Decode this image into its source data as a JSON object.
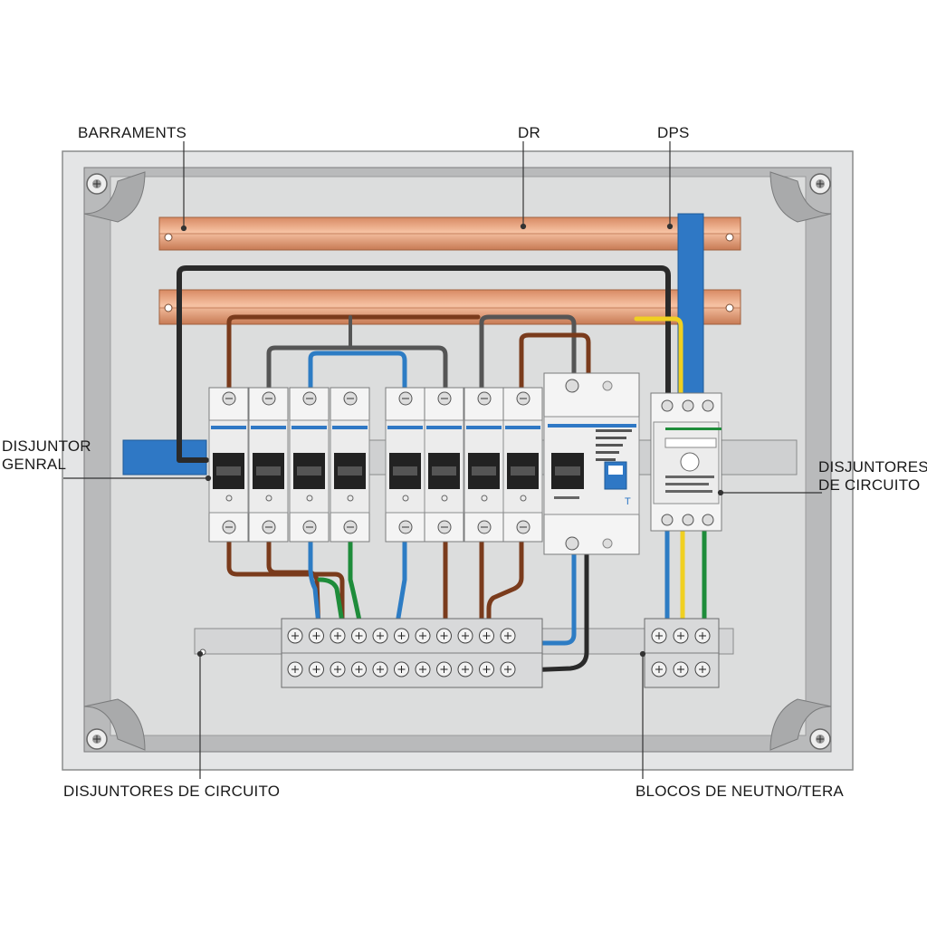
{
  "labels": {
    "busbars": "BARRAMENTS",
    "rcd": "DR",
    "spd": "DPS",
    "main_breaker_line1": "DISJUNTOR",
    "main_breaker_line2": "GENRAL",
    "circuit_breakers_right_line1": "DISJUNTORES",
    "circuit_breakers_right_line2": "DE CIRCUITO",
    "circuit_breakers_bottom": "DISJUNTORES DE CIRCUITO",
    "neutral_ground_blocks": "BLOCOS DE NEUTNO/TERA"
  },
  "colors": {
    "panel_frame": "#e2e3e4",
    "panel_inner": "#d9dadb",
    "copper": "#e8a27c",
    "wire_brown": "#7a3b1c",
    "wire_blue": "#2d7cc4",
    "wire_black": "#2a2a2a",
    "wire_gray": "#555555",
    "wire_green": "#1e8c3a",
    "wire_yellow": "#f0d021",
    "din_blue": "#2f78c5"
  },
  "breaker_count": 8
}
